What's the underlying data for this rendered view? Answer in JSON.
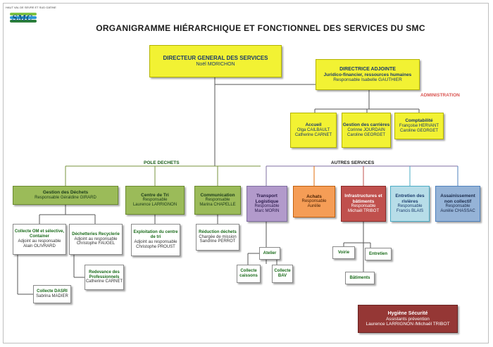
{
  "header": {
    "org_small": "HAUT VAL DE SEVRE ET SUD GATINE",
    "logo_text": "SMC",
    "title": "ORGANIGRAMME HIÉRARCHIQUE ET FONCTIONNEL DES SERVICES DU SMC"
  },
  "labels": {
    "administration": "ADMINISTRATION",
    "pole_dechets": "POLE DECHETS",
    "autres_services": "AUTRES SERVICES"
  },
  "colors": {
    "yellow": "#f2f233",
    "dark_yellow": "#e0e020",
    "green": "#9bbb59",
    "green_text": "#1a5e1a",
    "purple": "#b29acb",
    "orange": "#f59d56",
    "red": "#c0504d",
    "teal": "#b7dde8",
    "blue": "#95b3d7",
    "maroon": "#953735",
    "admin_red": "#d9534f"
  },
  "nodes": {
    "dgs": {
      "title": "DIRECTEUR GENERAL DES SERVICES",
      "name": "Noël MORICHON"
    },
    "adjointe": {
      "title": "DIRECTRICE ADJOINTE",
      "subtitle": "Juridico-financier, ressources humaines",
      "name": "Responsable Isabelle GAUTHIER"
    },
    "accueil": {
      "title": "Accueil",
      "l1": "Olga CAILBAULT",
      "l2": "Catherine CARNET"
    },
    "carrieres": {
      "title": "Gestion des carrières",
      "l1": "Corinne JOURDAIN",
      "l2": "Caroline GEORGET"
    },
    "compta": {
      "title": "Comptabilité",
      "l1": "Françoise HERVANT",
      "l2": "Caroline GEORGET"
    },
    "dechets": {
      "title": "Gestion des Déchets",
      "l1": "Responsable Géraldine GIRARD"
    },
    "tri": {
      "title": "Centre de Tri",
      "l1": "Responsable",
      "l2": "Laurence LARRIGNON"
    },
    "comm": {
      "title": "Communication",
      "l1": "Responsable",
      "l2": "Marina CHAPELLE"
    },
    "transport": {
      "title": "Transport Logistique",
      "l1": "Responsable",
      "l2": "Marc MORIN"
    },
    "achats": {
      "title": "Achats",
      "l1": "Responsable",
      "l2": "Aurélie"
    },
    "infra": {
      "title": "Infrastructures et bâtiments",
      "l1": "Responsable",
      "l2": "Michaël TRIBOT"
    },
    "rivieres": {
      "title": "Entretien des rivières",
      "l1": "Responsable",
      "l2": "Francis BLAIS"
    },
    "assain": {
      "title": "Assainissement non collectif",
      "l1": "Responsable",
      "l2": "Aurélie CHASSAC"
    },
    "collecte_om": {
      "title": "Collecte OM et sélective, Container",
      "l1": "Adjoint au responsable",
      "l2": "Alain OLIVRARD"
    },
    "decheteries": {
      "title": "Déchetteries Recyclerie",
      "l1": "Adjoint au responsable",
      "l2": "Christophe FAUGEL"
    },
    "redevance": {
      "title": "Redevance des Professionnels",
      "l1": "Catherine CARNET"
    },
    "dasri": {
      "title": "Collecte DASRI",
      "l1": "Sabrina MADIER"
    },
    "exploitation": {
      "title": "Exploitation du centre de tri",
      "l1": "Adjoint au responsable",
      "l2": "Christophe PROUST"
    },
    "reduction": {
      "title": "Réduction déchets",
      "l1": "Chargée de mission",
      "l2": "Sandrine PERROT"
    },
    "atelier": {
      "title": "Atelier"
    },
    "caissons": {
      "title": "Collecte caissons"
    },
    "bav": {
      "title": "Collecte BAV"
    },
    "voirie": {
      "title": "Voirie"
    },
    "entretien": {
      "title": "Entretien"
    },
    "batiments": {
      "title": "Bâtiments"
    },
    "hygiene": {
      "title": "Hygiène Sécurité",
      "l1": "Assistants prévention",
      "l2": "Laurence LARRIGNON /Michaël TRIBOT"
    }
  }
}
